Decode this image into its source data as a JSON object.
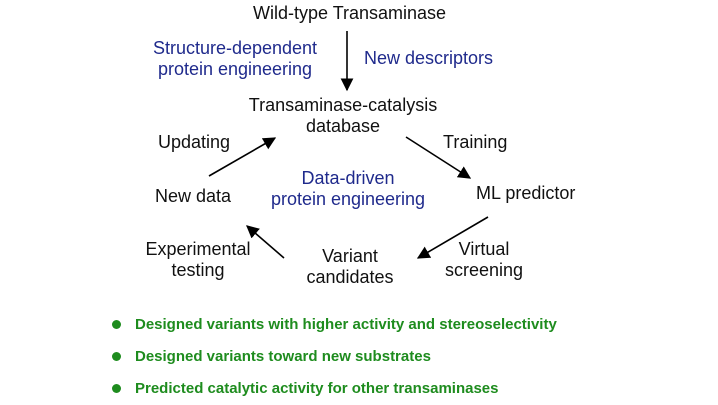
{
  "nodes": {
    "wild_type": "Wild-type Transaminase",
    "database_line1": "Transaminase-catalysis",
    "database_line2": "database",
    "ml_predictor": "ML predictor",
    "variant_line1": "Variant",
    "variant_line2": "candidates",
    "new_data": "New data"
  },
  "edge_labels": {
    "structure_line1": "Structure-dependent",
    "structure_line2": "protein engineering",
    "new_descriptors": "New descriptors",
    "updating": "Updating",
    "training": "Training",
    "virtual_line1": "Virtual",
    "virtual_line2": "screening",
    "experimental_line1": "Experimental",
    "experimental_line2": "testing"
  },
  "center": {
    "line1": "Data-driven",
    "line2": "protein engineering"
  },
  "bullets": [
    "Designed variants with higher activity and stereoselectivity",
    "Designed variants toward new substrates",
    "Predicted catalytic activity for other transaminases"
  ],
  "colors": {
    "node_text": "#111111",
    "approach_text": "#1f2a8c",
    "bullet_text": "#1e8c1e",
    "arrow": "#000000"
  }
}
